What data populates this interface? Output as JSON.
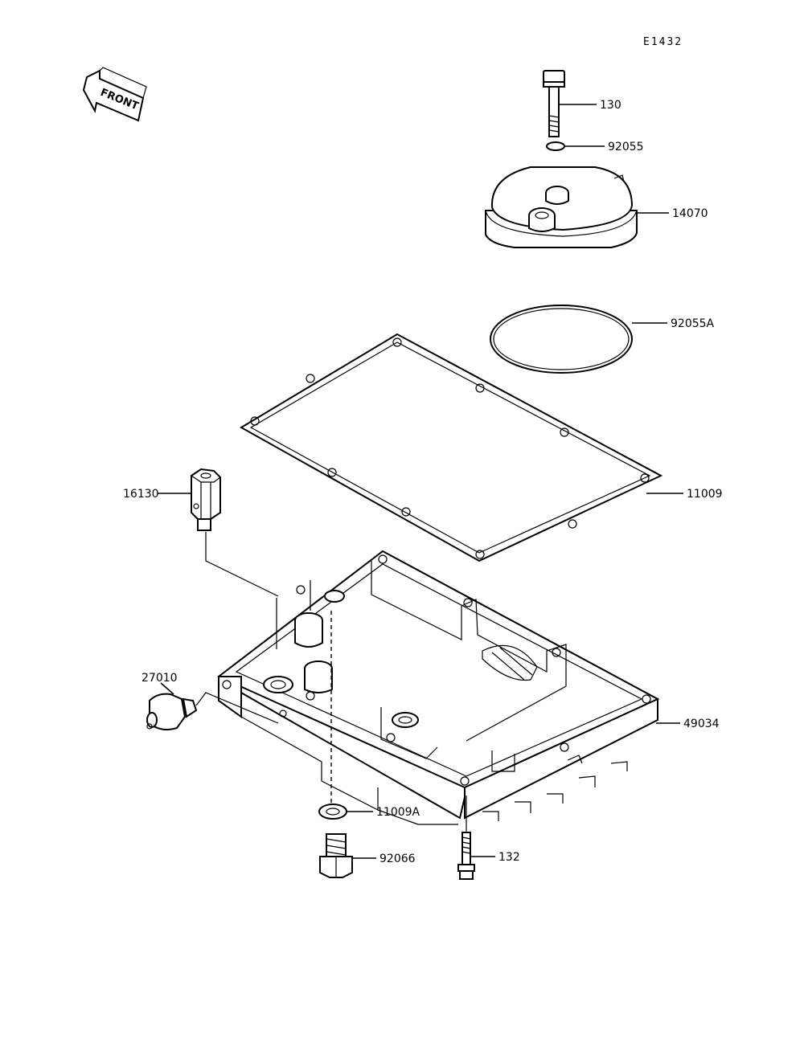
{
  "diagram": {
    "code": "E1432",
    "front_label": "FRONT",
    "parts": {
      "bolt_130": "130",
      "washer_92055": "92055",
      "cover_14070": "14070",
      "oring_92055A": "92055A",
      "gasket_11009": "11009",
      "fitting_16130": "16130",
      "switch_27010": "27010",
      "pan_49034": "49034",
      "washer_11009A": "11009A",
      "plug_92066": "92066",
      "bolt_132": "132"
    }
  },
  "colors": {
    "line": "#000000",
    "background": "#ffffff"
  }
}
